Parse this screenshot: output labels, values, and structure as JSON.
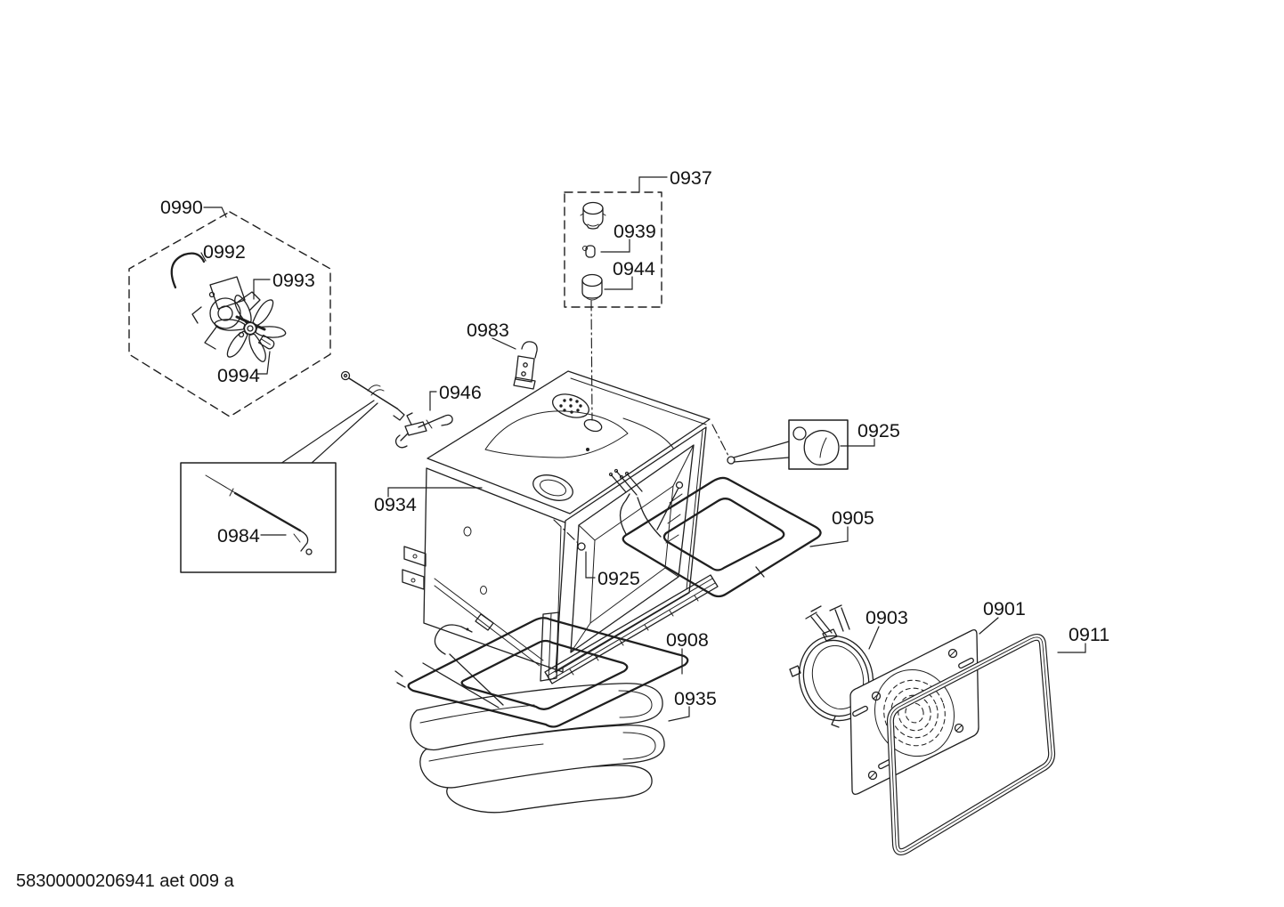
{
  "diagram": {
    "labels": {
      "p0990": "0990",
      "p0992": "0992",
      "p0993": "0993",
      "p0994": "0994",
      "p0937": "0937",
      "p0939": "0939",
      "p0944": "0944",
      "p0983": "0983",
      "p0946": "0946",
      "p0925_lamp": "0925",
      "p0934": "0934",
      "p0984": "0984",
      "p0905": "0905",
      "p0925_screw": "0925",
      "p0908": "0908",
      "p0935": "0935",
      "p0903": "0903",
      "p0901": "0901",
      "p0911": "0911"
    },
    "footer_code": "58300000206941 aet 009 a",
    "line_color": "#1f1f1f",
    "background_color": "#ffffff"
  }
}
